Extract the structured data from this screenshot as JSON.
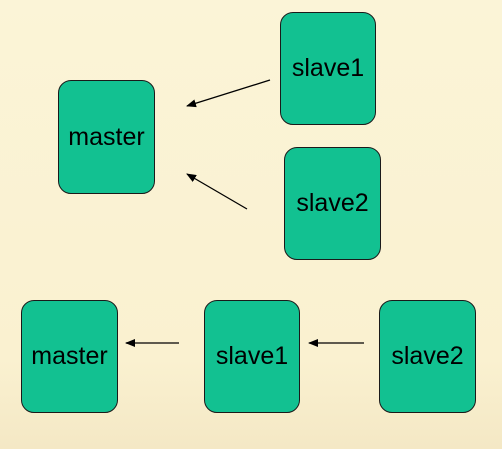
{
  "colors": {
    "node_fill": "#12c191",
    "node_border": "#1a1a1a",
    "arrow": "#000000"
  },
  "top_diagram": {
    "master": "master",
    "slave1": "slave1",
    "slave2": "slave2"
  },
  "bottom_diagram": {
    "master": "master",
    "slave1": "slave1",
    "slave2": "slave2"
  }
}
